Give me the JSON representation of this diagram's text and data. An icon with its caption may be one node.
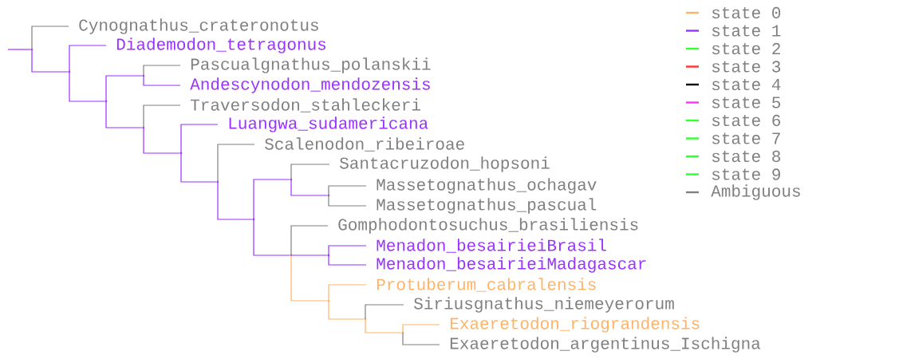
{
  "diagram": {
    "nodes": [
      {
        "text": [
          "Cynognathus_crateronotus"
        ]
      },
      {
        "text": [
          "Diademodon_tetragonus"
        ]
      },
      {
        "text": [
          "Pascualgnathus_polanskii"
        ]
      },
      {
        "text": [
          "Andescynodon_mendozensis"
        ]
      },
      {
        "text": [
          "Traversodon_stahleckeri"
        ]
      },
      {
        "text": [
          "Luangwa_sudamericana"
        ]
      },
      {
        "text": [
          "Scalenodon_ribeiroae"
        ]
      },
      {
        "text": [
          "Santacruzodon_hopsoni"
        ]
      },
      {
        "text": [
          "Massetognathus_ochagav"
        ]
      },
      {
        "text": [
          "Massetognathus_pascual"
        ]
      },
      {
        "text": [
          "Gomphodontosuchus_brasiliensis"
        ]
      },
      {
        "text": [
          "Menadon_besairieiBrasil"
        ]
      },
      {
        "text": [
          "Menadon_besairieiMadagascar"
        ]
      },
      {
        "text": [
          "Protuberum_cabralensis"
        ]
      },
      {
        "text": [
          "Siriusgnathus_niemeyerorum"
        ]
      },
      {
        "text": [
          "Exaeretodon_riograndensis"
        ]
      },
      {
        "text": [
          "Exaeretodon_argentinus_Ischigna"
        ]
      },
      {
        "text": [],
        "shape": "point"
      },
      {
        "text": [],
        "shape": "point"
      },
      {
        "text": [],
        "shape": "point"
      },
      {
        "text": [],
        "shape": "point"
      },
      {
        "text": [],
        "shape": "point"
      },
      {
        "text": [],
        "shape": "point"
      },
      {
        "text": [],
        "shape": "point"
      },
      {
        "text": [],
        "shape": "point"
      },
      {
        "text": [],
        "shape": "point"
      },
      {
        "text": [],
        "shape": "point"
      },
      {
        "text": [],
        "shape": "point"
      },
      {
        "text": [],
        "shape": "point"
      },
      {
        "text": [],
        "shape": "point"
      },
      {
        "text": [],
        "shape": "point"
      },
      {
        "text": [],
        "shape": "point"
      }
    ],
    "edges": [
      {
        "from": null,
        "to": 17,
        "arrow": "none"
      },
      {
        "from": 17,
        "to": 0,
        "arrow": "none",
        "color": "#808080"
      },
      {
        "from": 17,
        "to": 18,
        "arrow": "none"
      },
      {
        "from": 18,
        "to": 1,
        "arrow": "none"
      },
      {
        "from": 18,
        "to": 19,
        "arrow": "none"
      },
      {
        "from": 19,
        "to": 20,
        "arrow": "none"
      },
      {
        "from": 20,
        "to": 2,
        "arrow": "none",
        "color": "#808080"
      },
      {
        "from": 20,
        "to": 3,
        "arrow": "none"
      },
      {
        "from": 19,
        "to": 21,
        "arrow": "none"
      },
      {
        "from": 21,
        "to": 4,
        "arrow": "none",
        "color": "#808080"
      },
      {
        "from": 21,
        "to": 22,
        "arrow": "none"
      },
      {
        "from": 22,
        "to": 5,
        "arrow": "none"
      },
      {
        "from": 22,
        "to": 23,
        "arrow": "none"
      },
      {
        "from": 23,
        "to": 6,
        "arrow": "none",
        "color": "#808080"
      },
      {
        "from": 23,
        "to": 24,
        "arrow": "none"
      },
      {
        "from": 24,
        "to": 25,
        "arrow": "none"
      },
      {
        "from": 25,
        "to": 7,
        "arrow": "none",
        "color": "#808080"
      },
      {
        "from": 25,
        "to": 26,
        "arrow": "none"
      },
      {
        "from": 26,
        "to": 8,
        "arrow": "none",
        "color": "#808080"
      },
      {
        "from": 26,
        "to": 9,
        "arrow": "none",
        "color": "#808080"
      },
      {
        "from": 24,
        "to": 27,
        "arrow": "none"
      },
      {
        "from": 27,
        "to": 10,
        "arrow": "none",
        "color": "#808080"
      },
      {
        "from": 27,
        "to": 28,
        "arrow": "none"
      },
      {
        "from": 28,
        "to": 11,
        "arrow": "none"
      },
      {
        "from": 28,
        "to": 12,
        "arrow": "none"
      },
      {
        "from": 27,
        "to": 29,
        "arrow": "none",
        "color": "#ffb366"
      },
      {
        "from": 29,
        "to": 13,
        "arrow": "none",
        "color": "#ffb366"
      },
      {
        "from": 29,
        "to": 30,
        "arrow": "none",
        "color": "#ffb366"
      },
      {
        "from": 30,
        "to": 14,
        "arrow": "none",
        "color": "#808080"
      },
      {
        "from": 30,
        "to": 31,
        "arrow": "none",
        "color": "#ffb366"
      },
      {
        "from": 31,
        "to": 15,
        "arrow": "none",
        "color": "#ffb366"
      },
      {
        "from": 31,
        "to": 16,
        "arrow": "none",
        "color": "#808080"
      }
    ],
    "legend": [
      {
        "text": "state 0",
        "color": "#ffb366"
      },
      {
        "text": "state 1",
        "color": "#9933ff"
      },
      {
        "text": "state 2",
        "color": "#33ff33"
      },
      {
        "text": "state 3",
        "color": "#ff3333"
      },
      {
        "text": "state 4",
        "color": "#000000"
      },
      {
        "text": "state 5",
        "color": "#ff33ff"
      },
      {
        "text": "state 6",
        "color": "#33ff33"
      },
      {
        "text": "state 7",
        "color": "#33ff33"
      },
      {
        "text": "state 8",
        "color": "#33ff33"
      },
      {
        "text": "state 9",
        "color": "#33ff33"
      },
      {
        "text": "Ambiguous",
        "color": "#808080"
      }
    ]
  }
}
